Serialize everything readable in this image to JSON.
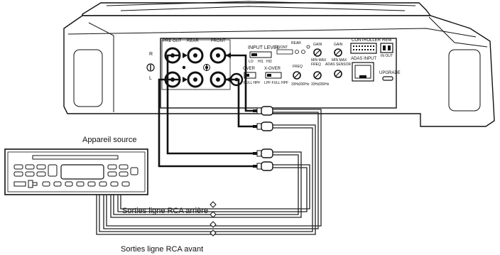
{
  "labels": {
    "source_unit": "Appareil source",
    "rear_outputs": "Sorties ligne RCA arrière",
    "front_outputs": "Sorties ligne RCA avant"
  },
  "amplifier": {
    "pre_out": "PRE OUT",
    "rear": "REAR",
    "front": "FRONT",
    "right": "R",
    "left": "L",
    "input_level": "INPUT  LEVEL",
    "lo": "LO",
    "hi1": "HI1",
    "hi2": "HI2",
    "rear_small": "REAR",
    "front_small": "FRONT",
    "gain": "GAIN",
    "gain2": "GAIN",
    "min_max": "MIN  MAX",
    "min_max2": "MIN  MAX",
    "freq": "FREQ",
    "freq2": "FREQ",
    "adas_sensor": "ADAS SENSOR",
    "controller": "CONTROLLER",
    "rem": "REM",
    "in_out": "IN OUT",
    "adas_input": "ADAS INPUT",
    "upgrade": "UPGRADE",
    "x_over": "X-OVER",
    "over": "OVER",
    "lpf_full_hpf": "LPF FULL HPF",
    "full_hpf": "FULL HPF",
    "hz_low": "33Hz",
    "hz_high": "330Hz",
    "hz_low2": "33Hz",
    "hz_high2": "330Hz"
  }
}
